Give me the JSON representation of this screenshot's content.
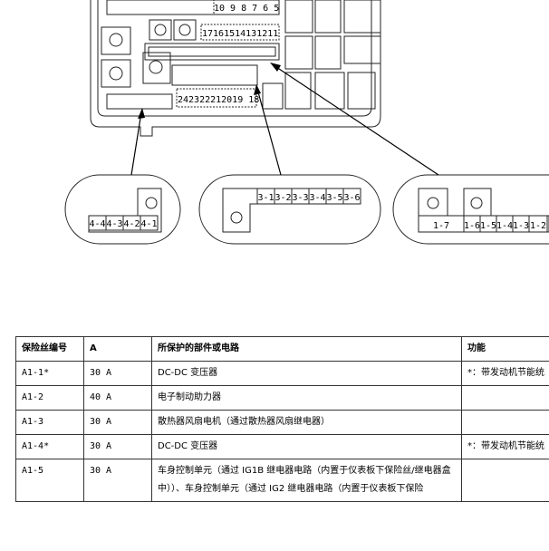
{
  "diagram": {
    "top_row_numbers": "10 9 8 7 6 5",
    "mid_row_numbers": "17161514131211",
    "low_row_numbers": "242322212019 18",
    "conn_a": [
      "4-4",
      "4-3",
      "4-2",
      "4-1"
    ],
    "conn_b": [
      "3-1",
      "3-2",
      "3-3",
      "3-4",
      "3-5",
      "3-6"
    ],
    "conn_c": [
      "1-7",
      "1-6",
      "1-5",
      "1-4",
      "1-3",
      "1-2"
    ]
  },
  "table": {
    "headers": [
      "保险丝编号",
      "A",
      "所保护的部件或电路",
      "功能"
    ],
    "rows": [
      {
        "fuse": "A1-1*",
        "amp": "30 A",
        "part": "DC-DC 变压器",
        "func": "*：带发动机节能统"
      },
      {
        "fuse": "A1-2",
        "amp": "40 A",
        "part": "电子制动助力器",
        "func": ""
      },
      {
        "fuse": "A1-3",
        "amp": "30 A",
        "part": "散热器风扇电机（通过散热器风扇继电器）",
        "func": ""
      },
      {
        "fuse": "A1-4*",
        "amp": "30 A",
        "part": "DC-DC 变压器",
        "func": "*：带发动机节能统"
      },
      {
        "fuse": "A1-5",
        "amp": "30 A",
        "part": "车身控制单元（通过 IG1B 继电器电路（内置于仪表板下保险丝/继电器盒中））、车身控制单元（通过 IG2 继电器电路（内置于仪表板下保险",
        "func": ""
      }
    ]
  }
}
